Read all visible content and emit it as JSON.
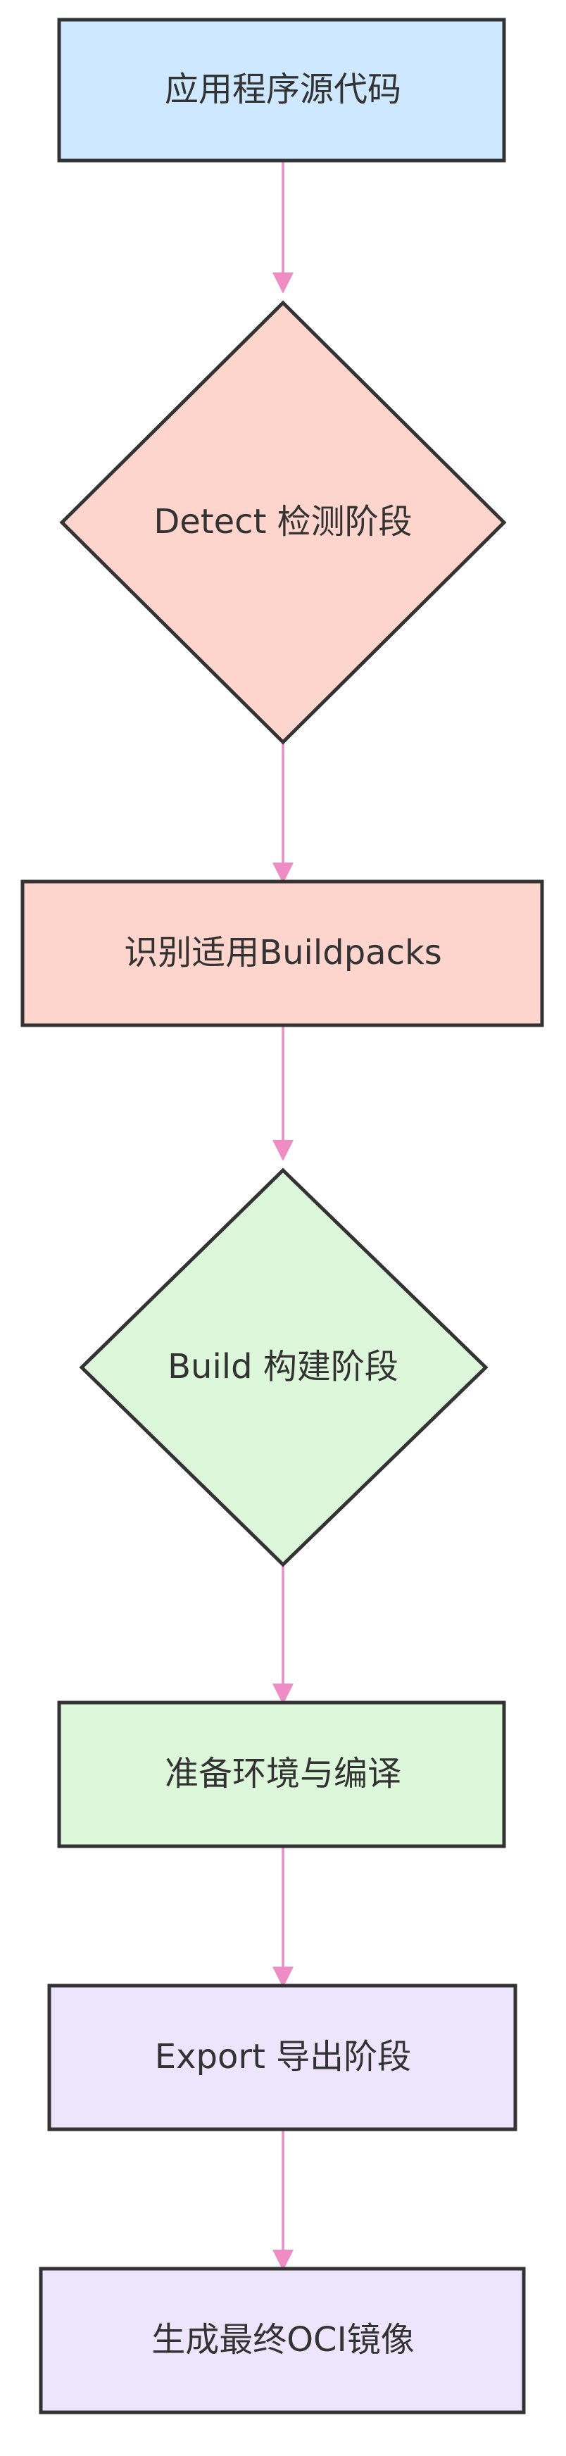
{
  "colors": {
    "edge": "#f08cc4",
    "stroke": "#333333",
    "text": "#333333",
    "blue": "#cde8ff",
    "salmon": "#fdd5cc",
    "green": "#ddf7da",
    "lavender": "#ede5fc"
  },
  "nodes": [
    {
      "id": "source",
      "shape": "rect",
      "fill": "blue",
      "label": "应用程序源代码"
    },
    {
      "id": "detect",
      "shape": "diamond",
      "fill": "salmon",
      "label": "Detect 检测阶段"
    },
    {
      "id": "identify",
      "shape": "rect",
      "fill": "salmon",
      "label": "识别适用Buildpacks"
    },
    {
      "id": "build",
      "shape": "diamond",
      "fill": "green",
      "label": "Build 构建阶段"
    },
    {
      "id": "prepare",
      "shape": "rect",
      "fill": "green",
      "label": "准备环境与编译"
    },
    {
      "id": "export",
      "shape": "rect",
      "fill": "lavender",
      "label": "Export 导出阶段"
    },
    {
      "id": "image",
      "shape": "rect",
      "fill": "lavender",
      "label": "生成最终OCI镜像"
    }
  ],
  "edges": [
    {
      "from": "source",
      "to": "detect"
    },
    {
      "from": "detect",
      "to": "identify"
    },
    {
      "from": "identify",
      "to": "build"
    },
    {
      "from": "build",
      "to": "prepare"
    },
    {
      "from": "prepare",
      "to": "export"
    },
    {
      "from": "export",
      "to": "image"
    }
  ]
}
